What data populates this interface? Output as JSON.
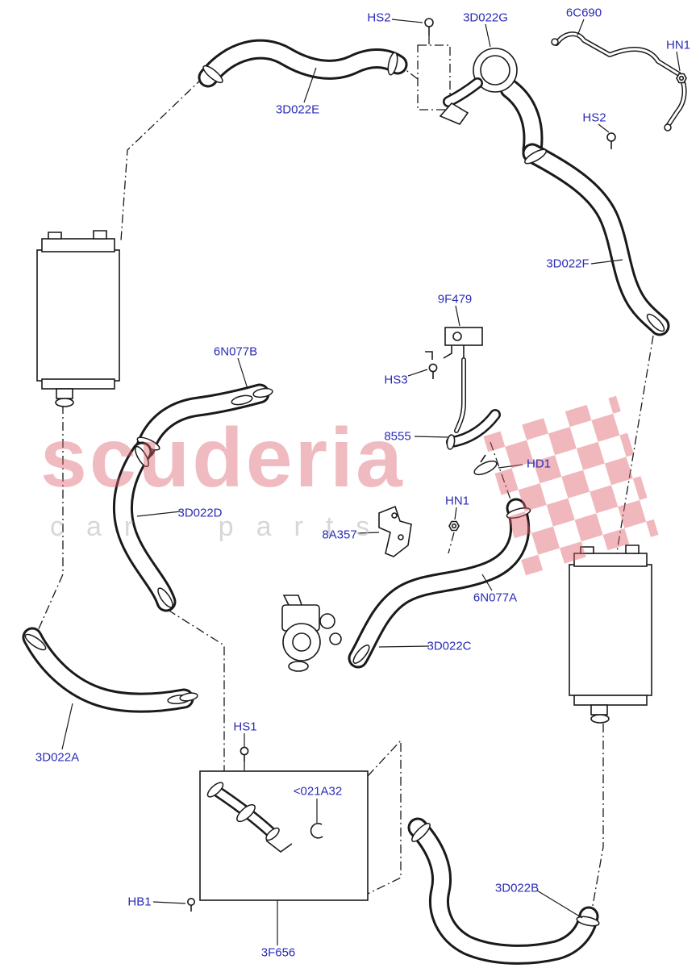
{
  "watermark": {
    "brand": "scuderia",
    "tagline": "car parts"
  },
  "labels": {
    "hs2_top": "HS2",
    "part_3d022g": "3D022G",
    "part_6c690": "6C690",
    "hn1_top": "HN1",
    "part_3d022e": "3D022E",
    "hs2_right": "HS2",
    "part_3d022f": "3D022F",
    "part_9f479": "9F479",
    "part_6n077b": "6N077B",
    "hs3": "HS3",
    "part_8555": "8555",
    "hd1": "HD1",
    "hn1_center": "HN1",
    "part_3d022d": "3D022D",
    "part_8a357": "8A357",
    "part_6n077a": "6N077A",
    "part_3d022c": "3D022C",
    "hs1": "HS1",
    "part_021a32": "<021A32",
    "part_3d022a": "3D022A",
    "hb1": "HB1",
    "part_3f656": "3F656",
    "part_3d022b": "3D022B"
  },
  "colors": {
    "label_blue": "#2b2bb8",
    "line": "#1a1a1a",
    "watermark_pink": "#dd5f6a",
    "watermark_gray": "#bdbdbd"
  }
}
